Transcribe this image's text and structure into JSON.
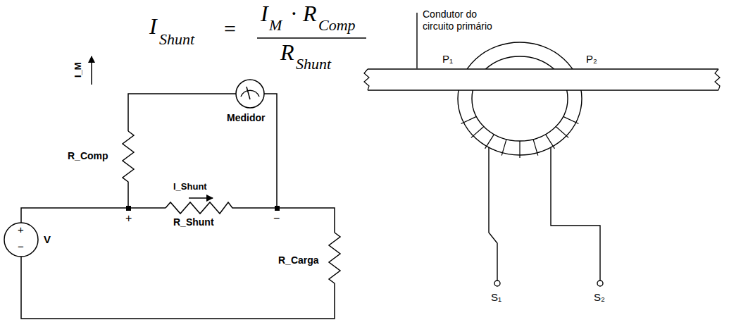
{
  "diagram": {
    "labels": [
      "I",
      "Shunt",
      "=",
      "I",
      "M",
      "·",
      "R",
      "Comp",
      "R",
      "Shunt",
      "I_M",
      "Medidor",
      "R_Comp",
      "I_Shunt",
      "R_Shunt",
      "+",
      "−",
      "V",
      "+",
      "−",
      "R_Carga",
      "Condutor do circuito primário",
      "P₁",
      "P₂",
      "S₁",
      "S₂"
    ]
  }
}
